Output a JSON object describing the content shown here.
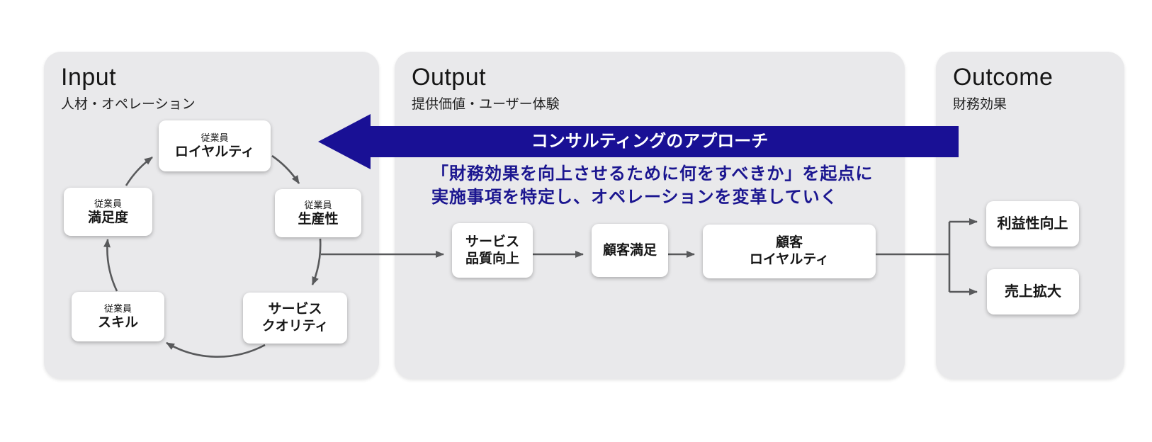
{
  "colors": {
    "accent_navy": "#191095",
    "text_navy": "#1b1690",
    "panel_bg": "#e9e9eb",
    "connector_gray": "#58595b",
    "node_bg": "#ffffff"
  },
  "panels": {
    "input": {
      "title": "Input",
      "subtitle": "人材・オペレーション"
    },
    "output": {
      "title": "Output",
      "subtitle": "提供価値・ユーザー体験"
    },
    "outcome": {
      "title": "Outcome",
      "subtitle": "財務効果"
    }
  },
  "approach": {
    "banner": "コンサルティングのアプローチ",
    "description_line1": "「財務効果を向上させるために何をすべきか」を起点に",
    "description_line2": "実施事項を特定し、オペレーションを変革していく"
  },
  "cycle": {
    "loyalty": {
      "category": "従業員",
      "label": "ロイヤルティ"
    },
    "productivity": {
      "category": "従業員",
      "label": "生産性"
    },
    "service_quality": {
      "label_line1": "サービス",
      "label_line2": "クオリティ"
    },
    "skill": {
      "category": "従業員",
      "label": "スキル"
    },
    "satisfaction": {
      "category": "従業員",
      "label": "満足度"
    }
  },
  "value_chain": {
    "service_improvement": {
      "label_line1": "サービス",
      "label_line2": "品質向上"
    },
    "customer_satisfaction": {
      "label": "顧客満足"
    },
    "customer_loyalty": {
      "label_line1": "顧客",
      "label_line2": "ロイヤルティ"
    }
  },
  "outcomes": {
    "profitability": {
      "label": "利益性向上"
    },
    "sales_growth": {
      "label": "売上拡大"
    }
  }
}
